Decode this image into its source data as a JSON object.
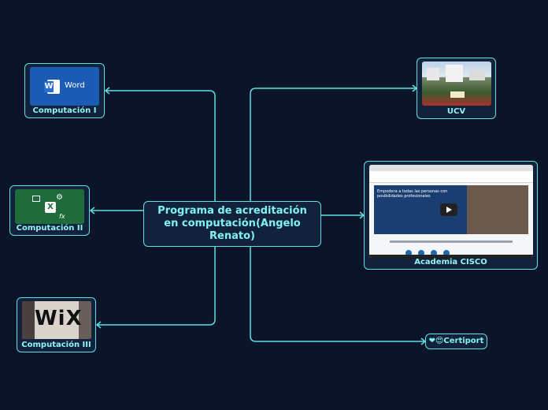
{
  "center": {
    "title": "Programa de acreditación en computación(Angelo Renato)"
  },
  "nodes": {
    "comp1": {
      "label": "Computación I",
      "thumb_text": "Word"
    },
    "comp2": {
      "label": "Computación II"
    },
    "comp3": {
      "label": "Computación III",
      "thumb_text": "WiX"
    },
    "ucv": {
      "label": "UCV"
    },
    "cisco": {
      "label": "Academia CISCO",
      "screen_heading": "Empodera a todas las personas con posibilidades profesionales"
    },
    "certiport": {
      "label": "Certiport",
      "emoji": "❤😍"
    }
  },
  "colors": {
    "background": "#0b1428",
    "line": "#5ee0e0",
    "text": "#7ff3f3",
    "node_bg": "#13223b"
  }
}
